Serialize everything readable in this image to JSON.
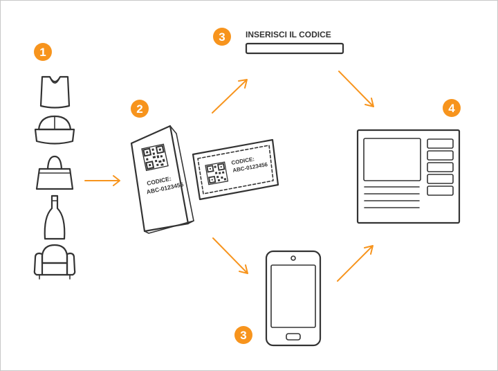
{
  "colors": {
    "accent": "#f7941d",
    "ink": "#333333",
    "frame": "#c8c8c8",
    "background": "#ffffff"
  },
  "steps": {
    "product_types": "1",
    "certificate": "2",
    "enter_code_web": "3",
    "enter_code_mobile": "3",
    "result_page": "4"
  },
  "product_icons": [
    "tshirt-icon",
    "cap-icon",
    "handbag-icon",
    "bottle-icon",
    "armchair-icon"
  ],
  "code_entry": {
    "label": "INSERISCI IL CODICE"
  },
  "certificate": {
    "code_label": "CODICE:",
    "code_value": "ABC-0123456"
  },
  "tag": {
    "code_label": "CODICE:",
    "code_value": "ABC-0123456"
  }
}
